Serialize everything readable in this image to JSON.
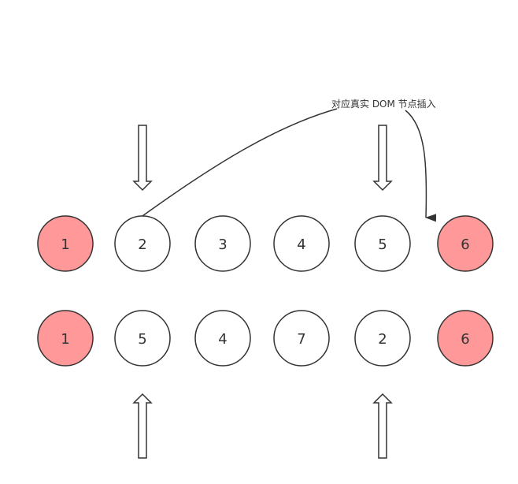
{
  "annotation": {
    "text": "对应真实 DOM 节点插入"
  },
  "colors": {
    "highlight": "#ff9999",
    "normal": "#ffffff",
    "stroke": "#333333"
  },
  "old_list": {
    "nodes": [
      {
        "label": "1",
        "highlight": true
      },
      {
        "label": "2",
        "highlight": false
      },
      {
        "label": "3",
        "highlight": false
      },
      {
        "label": "4",
        "highlight": false
      },
      {
        "label": "5",
        "highlight": false
      },
      {
        "label": "6",
        "highlight": true
      }
    ]
  },
  "new_list": {
    "nodes": [
      {
        "label": "1",
        "highlight": true
      },
      {
        "label": "5",
        "highlight": false
      },
      {
        "label": "4",
        "highlight": false
      },
      {
        "label": "7",
        "highlight": false
      },
      {
        "label": "2",
        "highlight": false
      },
      {
        "label": "6",
        "highlight": true
      }
    ]
  }
}
